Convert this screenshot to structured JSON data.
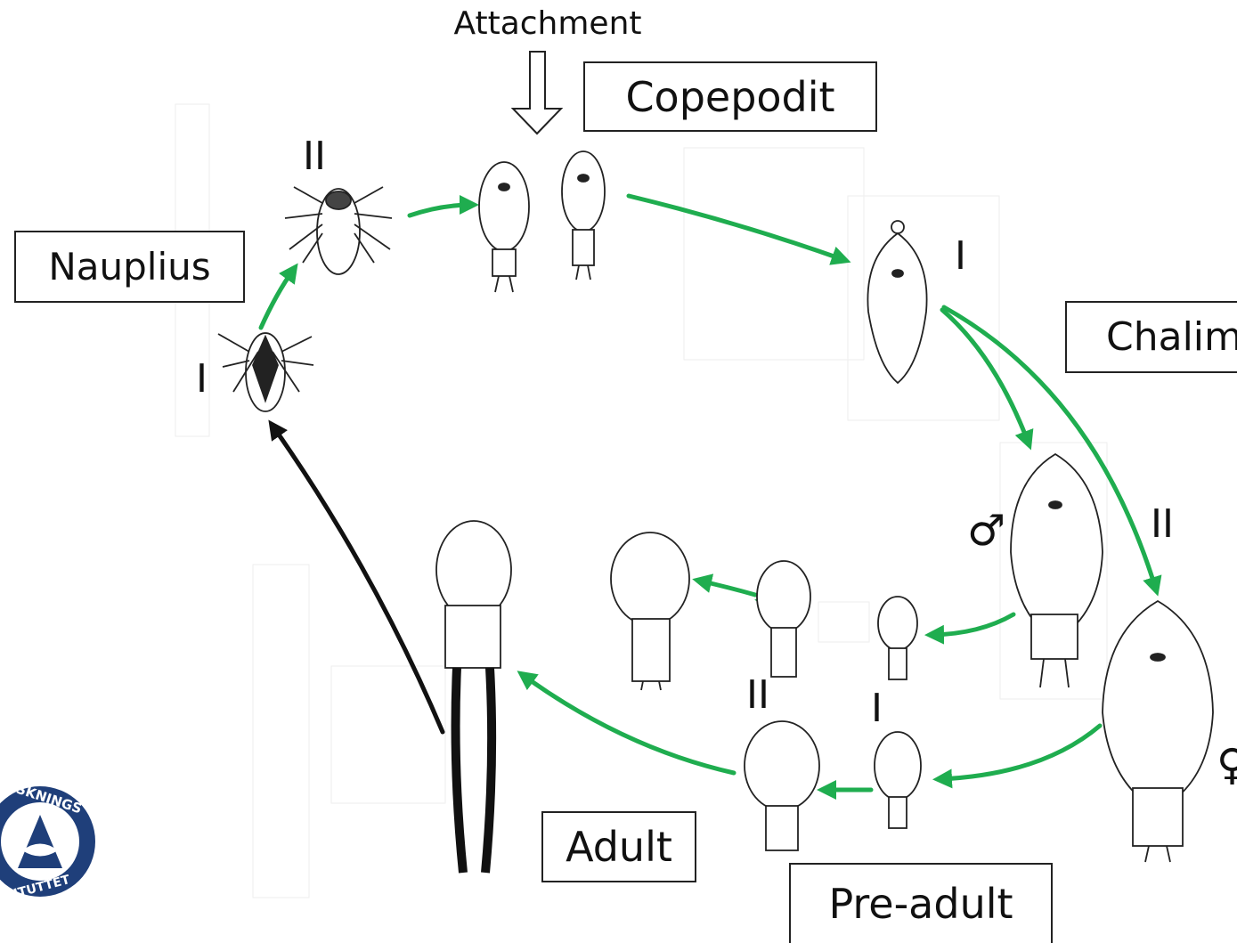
{
  "diagram": {
    "attachment_label": "Attachment",
    "stages": {
      "nauplius": "Nauplius",
      "copepodit": "Copepodit",
      "chalimus": "Chalim",
      "adult": "Adult",
      "pre_adult": "Pre-adult"
    },
    "numerals": {
      "nauplius_1": "I",
      "nauplius_2": "II",
      "chalimus_1": "I",
      "chalimus_2": "II",
      "preadult_1": "I",
      "preadult_2": "II"
    },
    "sex_symbols": {
      "male": "♂",
      "female": "♀"
    },
    "logo_text": {
      "top": "RSKNINGS",
      "bottom": "ITUTTET"
    },
    "colors": {
      "arrow_green": "#1fad4f",
      "arrow_black": "#111111",
      "logo_blue": "#1f3f7a"
    }
  }
}
